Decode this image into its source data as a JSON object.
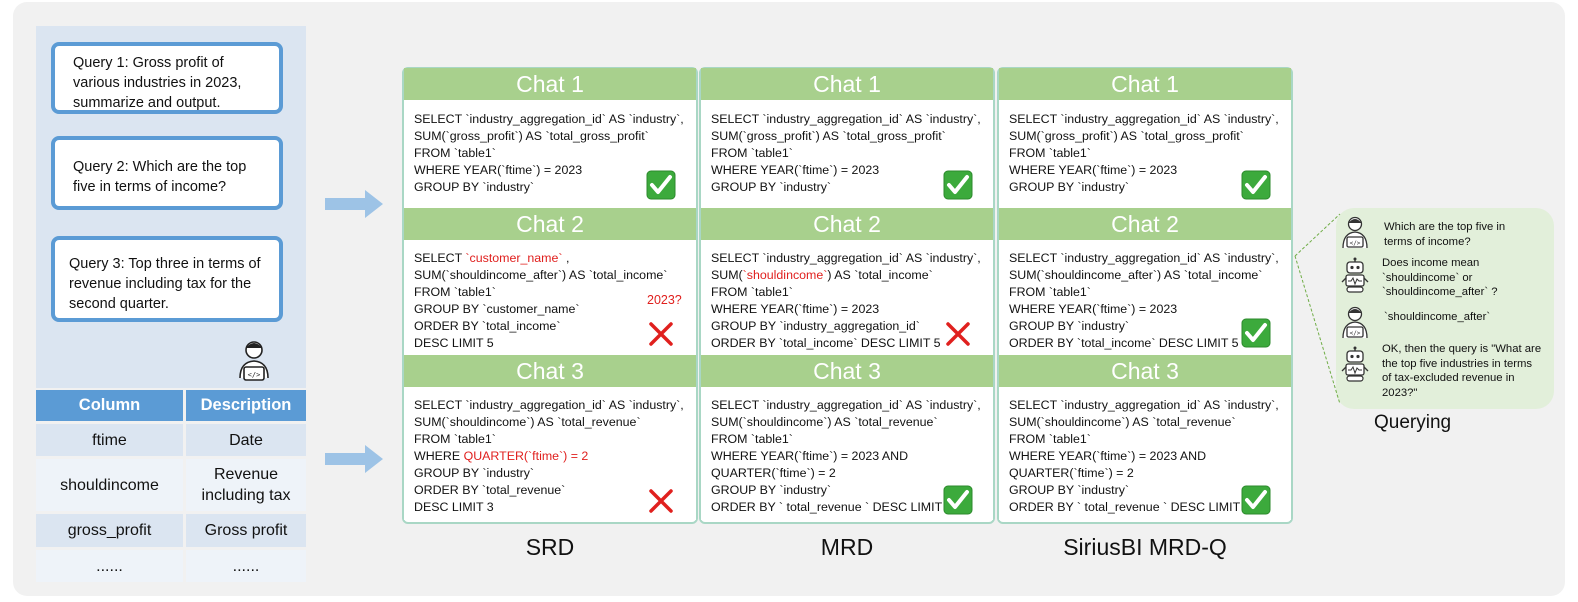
{
  "queries": [
    {
      "label": "Query 1:",
      "lines": [
        "Gross profit of",
        "various industries in 2023,",
        "summarize and output."
      ]
    },
    {
      "label": "Query 2:",
      "lines": [
        "Which are the top",
        "five in terms of income?"
      ]
    },
    {
      "label": "Query 3:",
      "lines": [
        "Top three in terms of",
        "revenue including tax for the",
        "second quarter."
      ]
    }
  ],
  "schema_table": {
    "headers": [
      "Column",
      "Description"
    ],
    "rows": [
      [
        "ftime",
        "Date"
      ],
      [
        "shouldincome",
        "Revenue including tax"
      ],
      [
        "gross_profit",
        "Gross profit"
      ],
      [
        "......",
        "......"
      ]
    ]
  },
  "chat_titles": [
    "Chat 1",
    "Chat 2",
    "Chat 3"
  ],
  "columns": [
    {
      "label": "SRD",
      "chats": [
        {
          "lines": [
            [
              "SELECT `industry_aggregation_id` AS `industry`,"
            ],
            [
              "SUM(`gross_profit`) AS `total_gross_profit`"
            ],
            [
              "FROM `table1`"
            ],
            [
              "WHERE YEAR(`ftime`) = 2023"
            ],
            [
              "GROUP BY `industry`"
            ]
          ],
          "result": "correct"
        },
        {
          "lines": [
            [
              "SELECT ",
              {
                "red": "`customer_name`"
              },
              " ,"
            ],
            [
              "SUM(`shouldincome_after`) AS `total_income`"
            ],
            [
              "FROM `table1`"
            ],
            [
              "GROUP BY `customer_name`"
            ],
            [
              "ORDER BY `total_income`"
            ],
            [
              "DESC LIMIT 5"
            ]
          ],
          "result": "wrong",
          "annotation": "2023?"
        },
        {
          "lines": [
            [
              "SELECT `industry_aggregation_id` AS `industry`,"
            ],
            [
              "SUM(`shouldincome`) AS `total_revenue`"
            ],
            [
              "FROM `table1`"
            ],
            [
              "WHERE ",
              {
                "red": "QUARTER(`ftime`) = 2"
              }
            ],
            [
              "GROUP BY `industry`"
            ],
            [
              "ORDER BY `total_revenue`"
            ],
            [
              "DESC LIMIT 3"
            ]
          ],
          "result": "wrong"
        }
      ]
    },
    {
      "label": "MRD",
      "chats": [
        {
          "lines": [
            [
              "SELECT `industry_aggregation_id` AS `industry`,"
            ],
            [
              "SUM(`gross_profit`) AS `total_gross_profit`"
            ],
            [
              "FROM `table1`"
            ],
            [
              "WHERE YEAR(`ftime`) = 2023"
            ],
            [
              "GROUP BY `industry`"
            ]
          ],
          "result": "correct"
        },
        {
          "lines": [
            [
              "SELECT `industry_aggregation_id` AS `industry`,"
            ],
            [
              "SUM(",
              {
                "red": "`shouldincome`"
              },
              ") AS `total_income`"
            ],
            [
              "FROM `table1`"
            ],
            [
              "WHERE YEAR(`ftime`) = 2023"
            ],
            [
              "GROUP BY `industry_aggregation_id`"
            ],
            [
              "ORDER BY `total_income` DESC LIMIT 5"
            ]
          ],
          "result": "wrong"
        },
        {
          "lines": [
            [
              "SELECT `industry_aggregation_id` AS `industry`,"
            ],
            [
              "SUM(`shouldincome`) AS `total_revenue`"
            ],
            [
              "FROM `table1`"
            ],
            [
              "WHERE YEAR(`ftime`) = 2023 AND"
            ],
            [
              "QUARTER(`ftime`) = 2"
            ],
            [
              "GROUP BY `industry`"
            ],
            [
              "ORDER BY ` total_revenue ` DESC LIMIT 3"
            ]
          ],
          "result": "correct"
        }
      ]
    },
    {
      "label": "SiriusBI MRD-Q",
      "chats": [
        {
          "lines": [
            [
              "SELECT `industry_aggregation_id` AS `industry`,"
            ],
            [
              "SUM(`gross_profit`) AS `total_gross_profit`"
            ],
            [
              "FROM `table1`"
            ],
            [
              "WHERE YEAR(`ftime`) = 2023"
            ],
            [
              "GROUP BY `industry`"
            ]
          ],
          "result": "correct"
        },
        {
          "lines": [
            [
              "SELECT `industry_aggregation_id` AS `industry`,"
            ],
            [
              "SUM(`shouldincome_after`) AS `total_income`"
            ],
            [
              "FROM `table1`"
            ],
            [
              "WHERE YEAR(`ftime`) = 2023"
            ],
            [
              "GROUP BY `industry`"
            ],
            [
              "ORDER BY `total_income` DESC LIMIT 5"
            ]
          ],
          "result": "correct"
        },
        {
          "lines": [
            [
              "SELECT `industry_aggregation_id` AS `industry`,"
            ],
            [
              "SUM(`shouldincome`) AS `total_revenue`"
            ],
            [
              "FROM `table1`"
            ],
            [
              "WHERE YEAR(`ftime`) = 2023 AND"
            ],
            [
              "QUARTER(`ftime`) = 2"
            ],
            [
              "GROUP BY `industry`"
            ],
            [
              "ORDER BY ` total_revenue ` DESC LIMIT 3"
            ]
          ],
          "result": "correct"
        }
      ]
    }
  ],
  "querying": {
    "label": "Querying",
    "dialog": [
      {
        "speaker": "user",
        "lines": [
          "Which are the top five in",
          "terms of income?"
        ]
      },
      {
        "speaker": "robot",
        "lines": [
          "Does income mean",
          "`shouldincome` or",
          "`shouldincome_after` ?"
        ]
      },
      {
        "speaker": "user",
        "lines": [
          "`shouldincome_after`"
        ]
      },
      {
        "speaker": "robot",
        "lines": [
          "OK, then the query is \"What are",
          "the top five industries in terms",
          "of tax-excluded revenue in",
          "2023?\""
        ]
      }
    ]
  },
  "colors": {
    "query_border": "#5b9bd5",
    "chat_header": "#a8d08d",
    "correct": "#3caa3c",
    "wrong": "#e0201e",
    "arrow": "#9dc3e6",
    "querying_panel": "#e2efda"
  },
  "icons": [
    "user-icon",
    "robot-icon",
    "checkmark-icon",
    "cross-icon",
    "arrow-right-icon"
  ]
}
